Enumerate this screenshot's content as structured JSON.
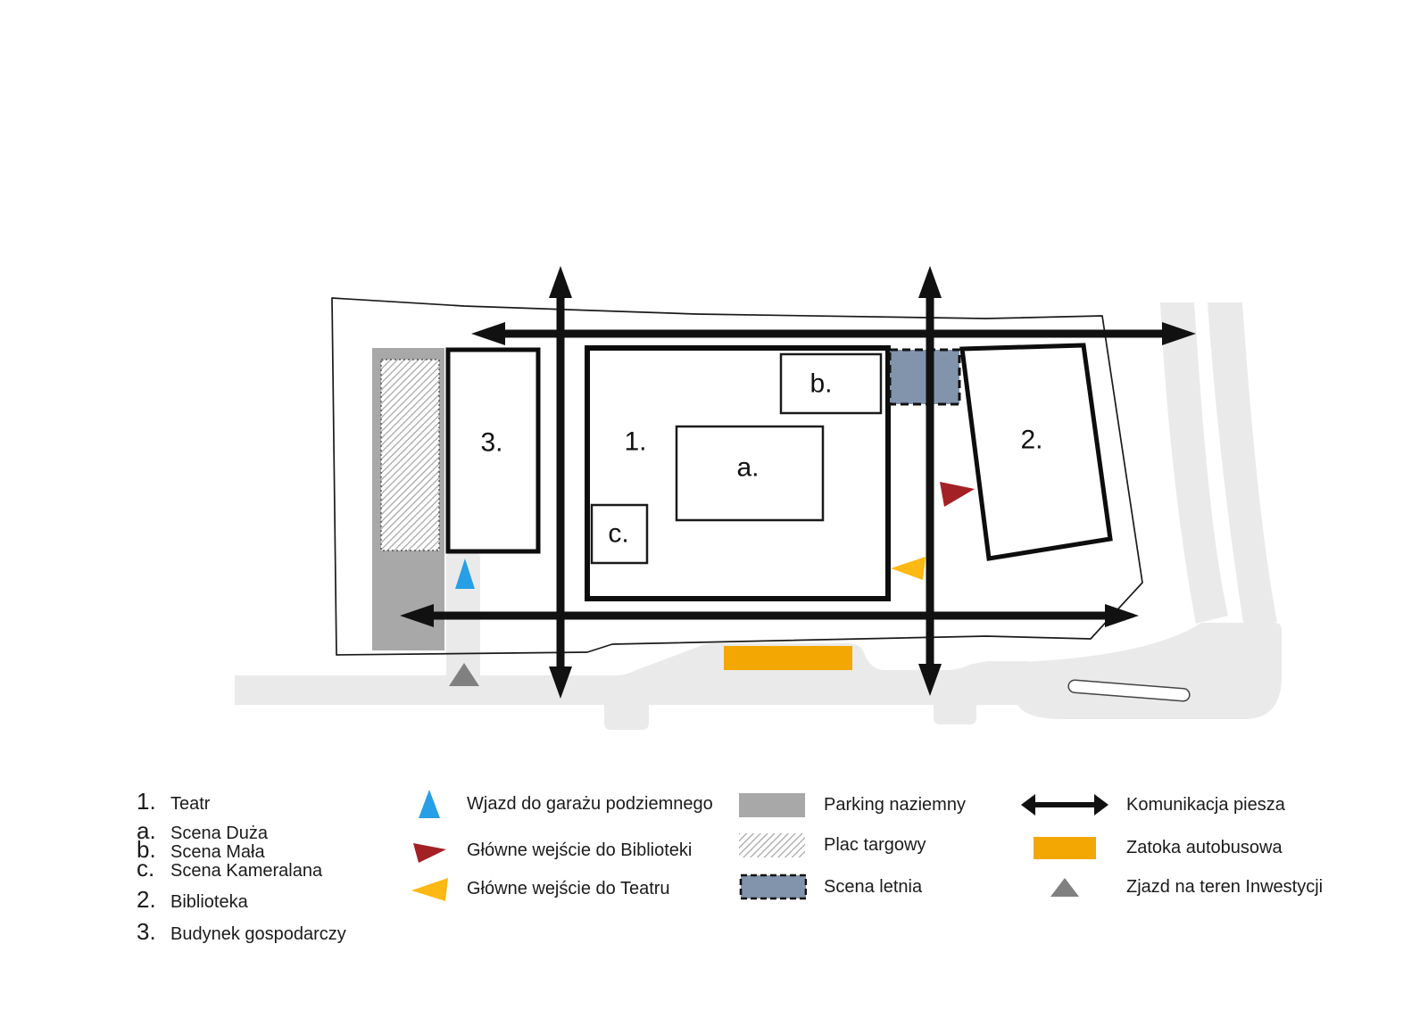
{
  "colors": {
    "blue": "#279FE6",
    "red": "#A32025",
    "yellow": "#FCB813",
    "orange": "#F3A702",
    "scene_blue": "#8294AC",
    "parking_gray": "#A8A8A8",
    "road_gray": "#EAEAEA",
    "marker_gray": "#808080",
    "arrow_black": "#111111"
  },
  "map": {
    "labels": {
      "building1": "1.",
      "building2": "2.",
      "building3": "3.",
      "scene_a": "a.",
      "scene_b": "b.",
      "scene_c": "c."
    }
  },
  "legend": {
    "buildings": [
      {
        "num": "1.",
        "label": "Teatr"
      },
      {
        "num": "a.",
        "label": "Scena Duża"
      },
      {
        "num": "b.",
        "label": "Scena Mała"
      },
      {
        "num": "c.",
        "label": "Scena Kameralana"
      },
      {
        "num": "2.",
        "label": "Biblioteka"
      },
      {
        "num": "3.",
        "label": "Budynek gospodarczy"
      }
    ],
    "entrances": [
      {
        "icon": "triangle-up-blue",
        "label": "Wjazd do garażu podziemnego"
      },
      {
        "icon": "triangle-right-red",
        "label": "Główne wejście do Biblioteki"
      },
      {
        "icon": "triangle-left-yellow",
        "label": "Główne wejście do Teatru"
      }
    ],
    "areas": [
      {
        "icon": "swatch-gray",
        "label": "Parking naziemny"
      },
      {
        "icon": "swatch-hatch",
        "label": "Plac targowy"
      },
      {
        "icon": "swatch-dashed-blue",
        "label": "Scena letnia"
      }
    ],
    "infrastructure": [
      {
        "icon": "double-arrow-black",
        "label": "Komunikacja piesza"
      },
      {
        "icon": "swatch-orange",
        "label": "Zatoka autobusowa"
      },
      {
        "icon": "triangle-up-gray",
        "label": "Zjazd na teren Inwestycji"
      }
    ]
  }
}
